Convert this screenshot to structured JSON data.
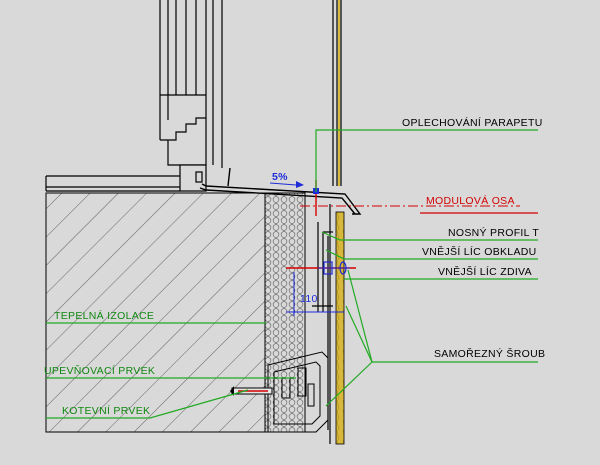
{
  "labels": {
    "parapet_flashing": "OPLECHOVÁNÍ PARAPETU",
    "module_axis": "MODULOVÁ OSA",
    "profile_t": "NOSNÝ PROFIL T",
    "cladding_face": "VNĚJŠÍ LÍC OBKLADU",
    "wall_face": "VNĚJŠÍ LÍC ZDIVA",
    "thermal_insulation": "TEPELNÁ IZOLACE",
    "self_tapping_screw": "SAMOŘEZNÝ ŠROUB",
    "fastening_element": "UPEVŇOVACÍ  PRVEK",
    "anchor_element": "KOTEVNÍ PRVEK",
    "slope": "5%",
    "dimension": "110"
  },
  "colors": {
    "background": "#d9d9d9",
    "leader": "#22aa22",
    "label_green": "#118811",
    "axis_red": "#d40000",
    "dimension_blue": "#1d2bd8",
    "cladding_yellow": "#d8b83a",
    "line_black": "#000000"
  }
}
